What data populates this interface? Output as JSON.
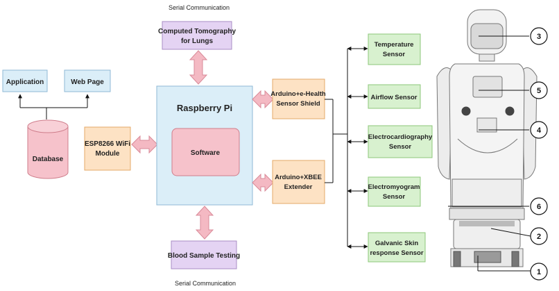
{
  "captions": {
    "top": "Serial Communication",
    "bottom": "Serial Communication"
  },
  "nodes": {
    "application": "Application",
    "web_page": "Web Page",
    "database": "Database",
    "esp_line1": "ESP8266 WiFi",
    "esp_line2": "Module",
    "ct_line1": "Computed Tomography",
    "ct_line2": "for Lungs",
    "raspberry": "Raspberry Pi",
    "software": "Software",
    "blood": "Blood Sample Testing",
    "ehealth_line1": "Arduino+e-Health",
    "ehealth_line2": "Sensor Shield",
    "xbee_line1": "Arduino+XBEE",
    "xbee_line2": "Extender"
  },
  "sensors": {
    "temp_line1": "Temperature",
    "temp_line2": "Sensor",
    "airflow": "Airflow Sensor",
    "ecg_line1": "Electrocardiography",
    "ecg_line2": "Sensor",
    "emg_line1": "Electromyogram",
    "emg_line2": "Sensor",
    "gsr_line1": "Galvanic Skin",
    "gsr_line2": "response Sensor"
  },
  "robot_callouts": {
    "c1": "1",
    "c2": "2",
    "c3": "3",
    "c4": "4",
    "c5": "5",
    "c6": "6"
  },
  "colors": {
    "blue_box": "#dbeef8",
    "blue_border": "#8fb8d6",
    "purple_box": "#e4d3f3",
    "purple_border": "#a88cc4",
    "orange_box": "#fde2c4",
    "orange_border": "#e4a968",
    "pink_box": "#f6c2cb",
    "pink_border": "#cf7d8b",
    "green_box": "#d8f1cf",
    "green_border": "#8dc77a",
    "arrow_pink": "#f4b9c3"
  }
}
